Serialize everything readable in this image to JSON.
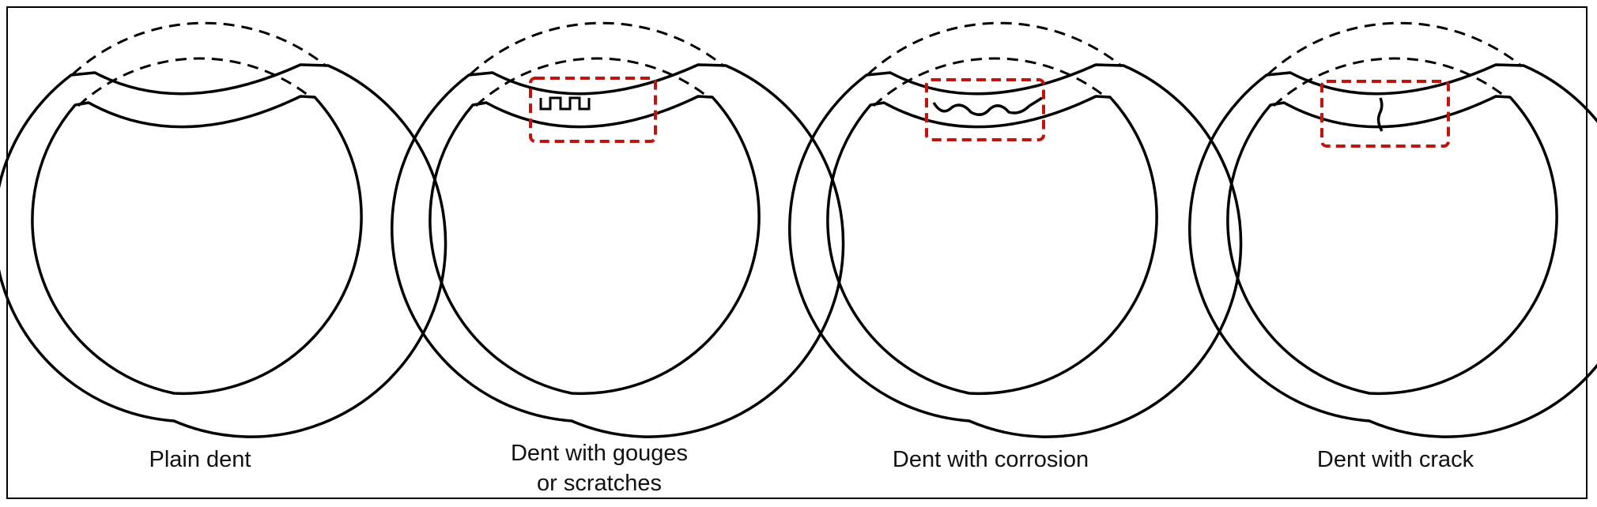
{
  "colors": {
    "outline": "#000000",
    "highlight_box": "#c0140f",
    "background": "#ffffff"
  },
  "panels": [
    {
      "id": "plain",
      "caption": "Plain dent",
      "defect": "none"
    },
    {
      "id": "gouges",
      "caption": "Dent with gouges\nor scratches",
      "defect": "gouges"
    },
    {
      "id": "corrosion",
      "caption": "Dent with corrosion",
      "defect": "corrosion"
    },
    {
      "id": "crack",
      "caption": "Dent with crack",
      "defect": "crack"
    }
  ]
}
